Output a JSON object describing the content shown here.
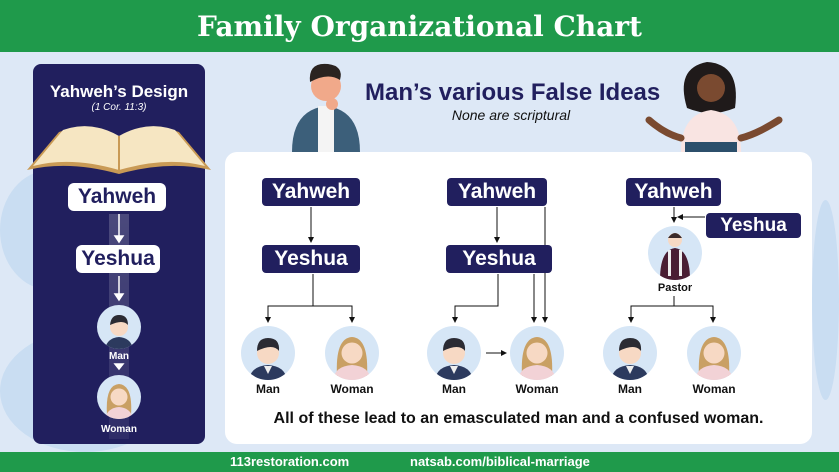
{
  "header": {
    "title": "Family Organizational Chart"
  },
  "left_panel": {
    "title": "Yahweh’s Design",
    "reference": "(1 Cor. 11:3)",
    "nodes": [
      "Yahweh",
      "Yeshua"
    ],
    "people": [
      "Man",
      "Woman"
    ]
  },
  "false_ideas": {
    "title": "Man’s various False Ideas",
    "subtitle": "None are scriptural"
  },
  "charts": [
    {
      "yahweh": "Yahweh",
      "yeshua": "Yeshua",
      "man": "Man",
      "woman": "Woman"
    },
    {
      "yahweh": "Yahweh",
      "yeshua": "Yeshua",
      "man": "Man",
      "woman": "Woman"
    },
    {
      "yahweh": "Yahweh",
      "yeshua": "Yeshua",
      "pastor": "Pastor",
      "man": "Man",
      "woman": "Woman"
    }
  ],
  "conclusion": "All of these lead to an emasculated man and a confused woman.",
  "footer": {
    "left": "113restoration.com",
    "right": "natsab.com/biblical-marriage"
  },
  "colors": {
    "green": "#1f9a4b",
    "navy": "#211f5e",
    "background": "#dde8f6"
  }
}
